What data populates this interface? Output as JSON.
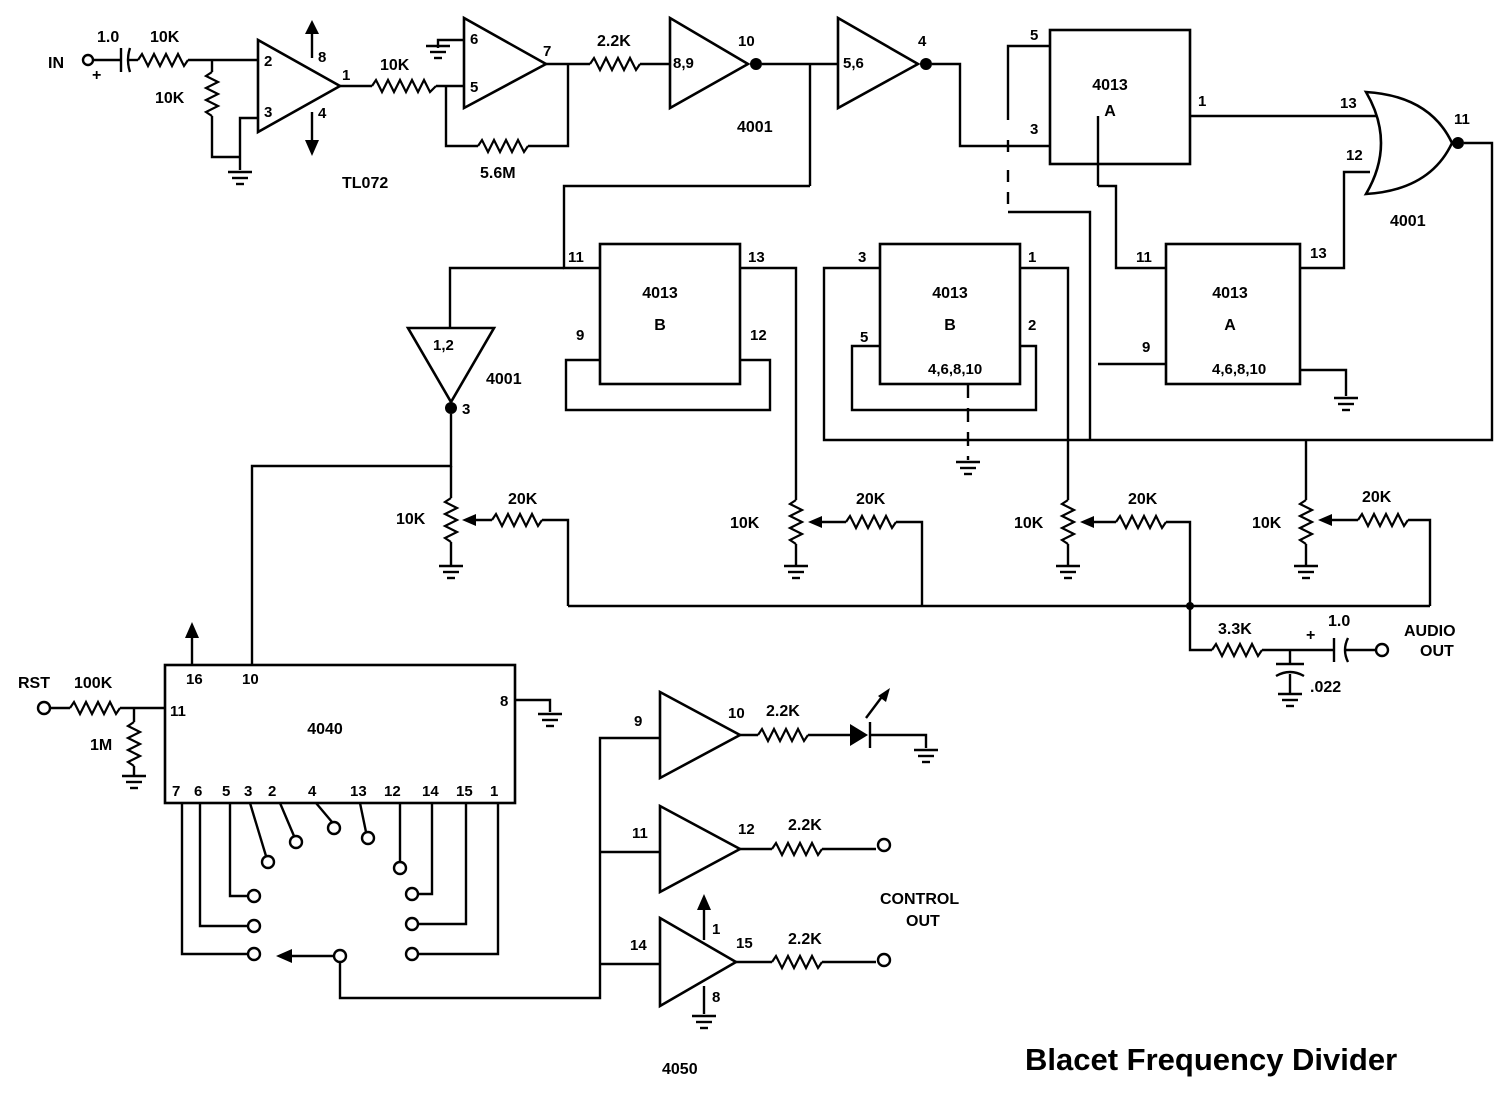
{
  "title": "Blacet Frequency Divider",
  "chips": {
    "opamp": "TL072",
    "nor_a": "4001",
    "nor_b": "4001",
    "nor_c": "4001",
    "ff_a1": {
      "part": "4013",
      "half": "A"
    },
    "ff_b1": {
      "part": "4013",
      "half": "B"
    },
    "ff_b2": {
      "part": "4013",
      "half": "B"
    },
    "ff_a2": {
      "part": "4013",
      "half": "A"
    },
    "counter": "4040",
    "buffer": "4050"
  },
  "labels": {
    "in": "IN",
    "rst": "RST",
    "audio_out_1": "AUDIO",
    "audio_out_2": "OUT",
    "control_out_1": "CONTROL",
    "control_out_2": "OUT",
    "plus": "+"
  },
  "components": {
    "c_in": "1.0",
    "r_in": "10K",
    "r_bias": "10K",
    "r_op": "10K",
    "r_fb": "5.6M",
    "r_gate": "2.2K",
    "r_rst": "100K",
    "r_pd": "1M",
    "pot": "10K",
    "mix": "20K",
    "r_out": "3.3K",
    "c_out": "1.0",
    "c_filter": ".022",
    "r_buf": "2.2K"
  },
  "pins": {
    "op_2": "2",
    "op_3": "3",
    "op_8": "8",
    "op_4": "4",
    "op_1": "1",
    "cmp_6": "6",
    "cmp_5": "5",
    "cmp_7": "7",
    "nor_89": "8,9",
    "nor_10": "10",
    "nor_56": "5,6",
    "nor_4": "4",
    "ffa_5": "5",
    "ffa_3": "3",
    "ffa_1": "1",
    "or_13": "13",
    "or_12": "12",
    "or_11": "11",
    "nor12": "1,2",
    "nor_3": "3",
    "ffb1_11": "11",
    "ffb1_13": "13",
    "ffb1_9": "9",
    "ffb1_12": "12",
    "ffb2_3": "3",
    "ffb2_1": "1",
    "ffb2_5": "5",
    "ffb2_2": "2",
    "ffb2_pwr": "4,6,8,10",
    "ffa2_11": "11",
    "ffa2_13": "13",
    "ffa2_9": "9",
    "ffa2_pwr": "4,6,8,10",
    "cnt_16": "16",
    "cnt_10": "10",
    "cnt_11": "11",
    "cnt_8": "8",
    "cnt_bottom": [
      "7",
      "6",
      "5",
      "3",
      "2",
      "4",
      "13",
      "12",
      "14",
      "15",
      "1"
    ],
    "buf_9": "9",
    "buf_10": "10",
    "buf_11": "11",
    "buf_12": "12",
    "buf_14": "14",
    "buf_15": "15",
    "buf_1": "1",
    "buf_8": "8"
  }
}
